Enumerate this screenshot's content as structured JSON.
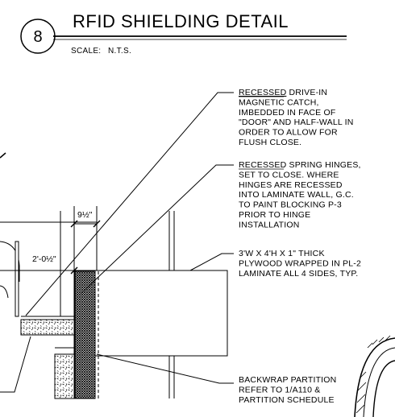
{
  "title_block": {
    "detail_number": "8",
    "title": "RFID SHIELDING DETAIL",
    "scale_label": "SCALE:",
    "scale_value": "N.T.S."
  },
  "dimensions": {
    "hinge_dim": "9½\"",
    "width_dim": "2'-0½\""
  },
  "notes": [
    {
      "underlined": "RECESSED",
      "lines": [
        " DRIVE-IN",
        "MAGNETIC CATCH,",
        "IMBEDDED IN FACE OF",
        "\"DOOR\" AND HALF-WALL IN",
        "ORDER TO ALLOW FOR",
        "FLUSH CLOSE."
      ]
    },
    {
      "underlined": "RECESSED",
      "lines": [
        " SPRING HINGES,",
        "SET TO CLOSE.  WHERE",
        "HINGES ARE RECESSED",
        "INTO LAMINATE WALL, G.C.",
        "TO PAINT BLOCKING P-3",
        "PRIOR TO HINGE",
        "INSTALLATION"
      ]
    },
    {
      "underlined": "",
      "lines": [
        "3'W X 4'H X 1\" THICK",
        "PLYWOOD WRAPPED IN PL-2",
        "LAMINATE ALL 4 SIDES, TYP."
      ]
    },
    {
      "underlined": "",
      "lines": [
        "BACKWRAP PARTITION",
        "REFER TO 1/A110 &",
        "PARTITION SCHEDULE"
      ]
    }
  ]
}
